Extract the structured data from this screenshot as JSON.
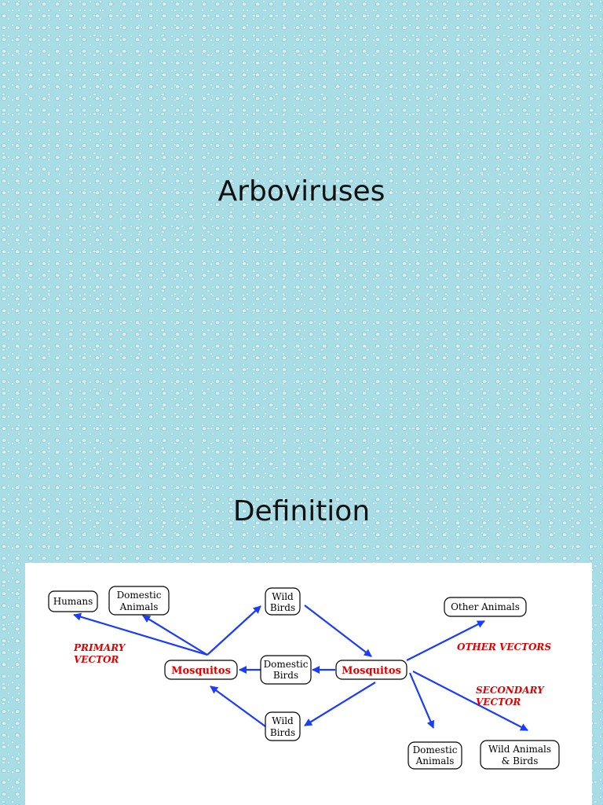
{
  "slide": {
    "title": "Arboviruses",
    "subtitle": "Definition"
  },
  "diagram": {
    "nodes": {
      "humans": [
        "Humans"
      ],
      "domestic_animals_left": [
        "Domestic",
        "Animals"
      ],
      "wild_birds_top": [
        "Wild",
        "Birds"
      ],
      "mosquitos_left": [
        "Mosquitos"
      ],
      "domestic_birds": [
        "Domestic",
        "Birds"
      ],
      "mosquitos_right": [
        "Mosquitos"
      ],
      "wild_birds_bottom": [
        "Wild",
        "Birds"
      ],
      "other_animals": [
        "Other Animals"
      ],
      "domestic_animals_right": [
        "Domestic",
        "Animals"
      ],
      "wild_animals_birds": [
        "Wild Animals",
        "& Birds"
      ]
    },
    "labels": {
      "primary_vector": [
        "PRIMARY",
        "VECTOR"
      ],
      "other_vectors": [
        "OTHER VECTORS"
      ],
      "secondary_vector": [
        "SECONDARY",
        "VECTOR"
      ]
    },
    "colors": {
      "arrow": "#1a3cff",
      "label": "#e00000"
    }
  }
}
